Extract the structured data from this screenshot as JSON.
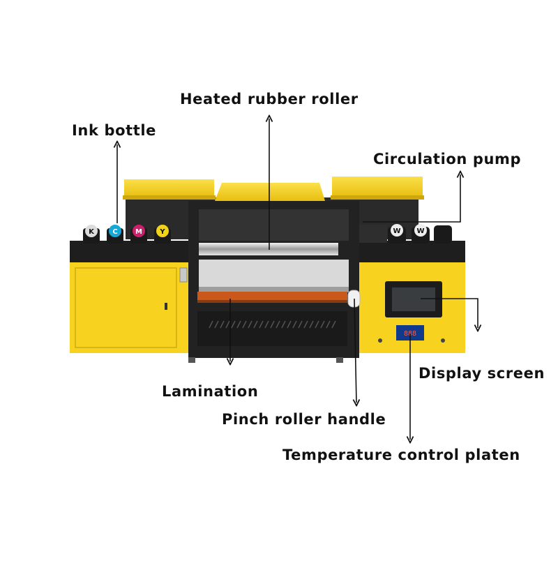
{
  "labels": {
    "heated_rubber_roller": "Heated rubber roller",
    "ink_bottle": "Ink bottle",
    "circulation_pump": "Circulation pump",
    "display_screen": "Display screen",
    "lamination": "Lamination",
    "pinch_roller_handle": "Pinch roller handle",
    "temperature_control_platen": "Temperature control platen"
  },
  "ink_caps": [
    "K",
    "C",
    "M",
    "Y"
  ],
  "white_caps": [
    "W",
    "W"
  ],
  "panel_readout": "888",
  "colors": {
    "machine_yellow": "#f7d21e",
    "machine_black": "#1e1e1e",
    "panel_blue": "#123a8c",
    "pad_orange": "#c9581a",
    "cap_cyan": "#15a8d8",
    "cap_magenta": "#c8206b",
    "cap_yellow": "#f2d31a"
  }
}
